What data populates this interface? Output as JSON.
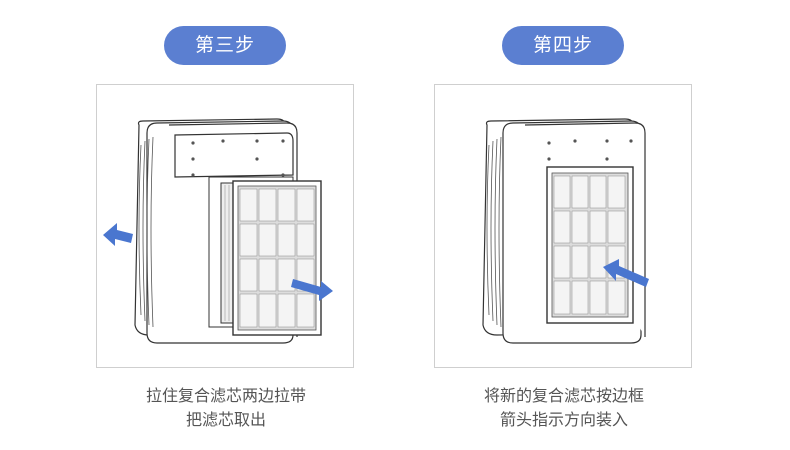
{
  "steps": [
    {
      "label": "第三步",
      "caption": [
        "拉住复合滤芯两边拉带",
        "把滤芯取出"
      ],
      "arrows": [
        "left-arrow",
        "right-arrow"
      ]
    },
    {
      "label": "第四步",
      "caption": [
        "将新的复合滤芯按边框",
        "箭头指示方向装入"
      ],
      "arrows": [
        "left-arrow"
      ]
    }
  ],
  "colors": {
    "accent": "#5b7fd1",
    "arrow": "#4a76cf",
    "line": "#333333"
  }
}
